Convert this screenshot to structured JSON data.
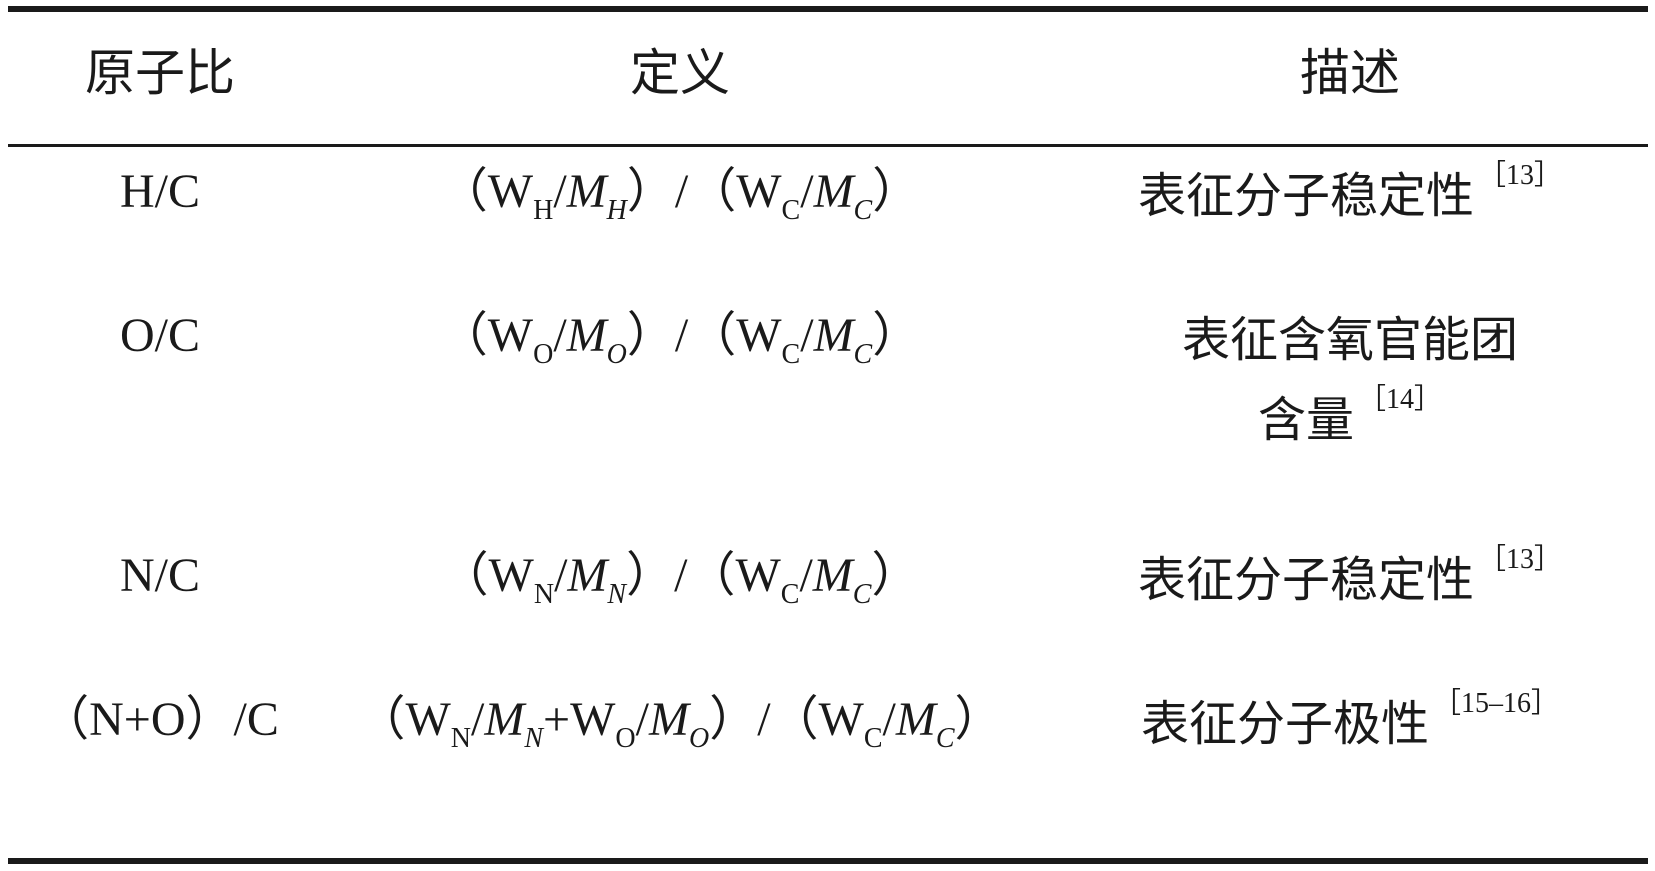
{
  "table": {
    "headers": {
      "ratio": "原子比",
      "definition": "定义",
      "description": "描述"
    },
    "rows": [
      {
        "ratio": "H/C",
        "def": {
          "open1": "（",
          "w1": "W",
          "sub1": "H",
          "slash1": "/",
          "m1": "M",
          "msub1": "H",
          "close1": "）/（",
          "w2": "W",
          "sub2": "C",
          "slash2": "/",
          "m2": "M",
          "msub2": "C",
          "close2": "）"
        },
        "desc": "表征分子稳定性",
        "cite": "［13］"
      },
      {
        "ratio": "O/C",
        "def": {
          "open1": "（",
          "w1": "W",
          "sub1": "O",
          "slash1": "/",
          "m1": "M",
          "msub1": "O",
          "close1": "）/（",
          "w2": "W",
          "sub2": "C",
          "slash2": "/",
          "m2": "M",
          "msub2": "C",
          "close2": "）"
        },
        "desc_line1": "表征含氧官能团",
        "desc_line2": "含量",
        "cite": "［14］"
      },
      {
        "ratio": "N/C",
        "def": {
          "open1": "（",
          "w1": "W",
          "sub1": "N",
          "slash1": "/",
          "m1": "M",
          "msub1": "N",
          "close1": "）/（",
          "w2": "W",
          "sub2": "C",
          "slash2": "/",
          "m2": "M",
          "msub2": "C",
          "close2": "）"
        },
        "desc": "表征分子稳定性",
        "cite": "［13］"
      },
      {
        "ratio": "（N+O）/C",
        "def": {
          "open1": "（",
          "w1": "W",
          "sub1": "N",
          "slash1": "/",
          "m1": "M",
          "msub1": "N",
          "plus": "+",
          "w3": "W",
          "sub3": "O",
          "slash3": "/",
          "m3": "M",
          "msub3": "O",
          "close1": "）/（",
          "w2": "W",
          "sub2": "C",
          "slash2": "/",
          "m2": "M",
          "msub2": "C",
          "close2": "）"
        },
        "desc": "表征分子极性",
        "cite": "［15–16］"
      }
    ]
  }
}
